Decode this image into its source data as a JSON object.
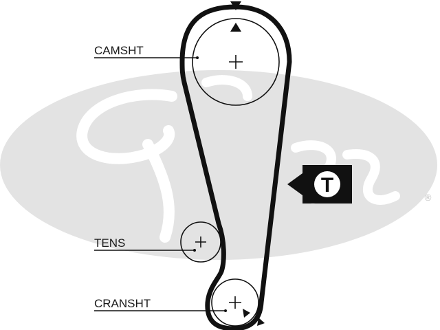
{
  "labels": {
    "camshaft": "CAMSHT",
    "tensioner": "TENS",
    "crankshaft": "CRANSHT"
  },
  "tension_badge": {
    "letter": "T"
  },
  "watermark": {
    "brand": "Gates",
    "registered_mark": "®"
  },
  "colors": {
    "belt": "#111111",
    "pulley": "#111111",
    "watermark": "#e3e3e3",
    "text": "#1a1a1a"
  }
}
